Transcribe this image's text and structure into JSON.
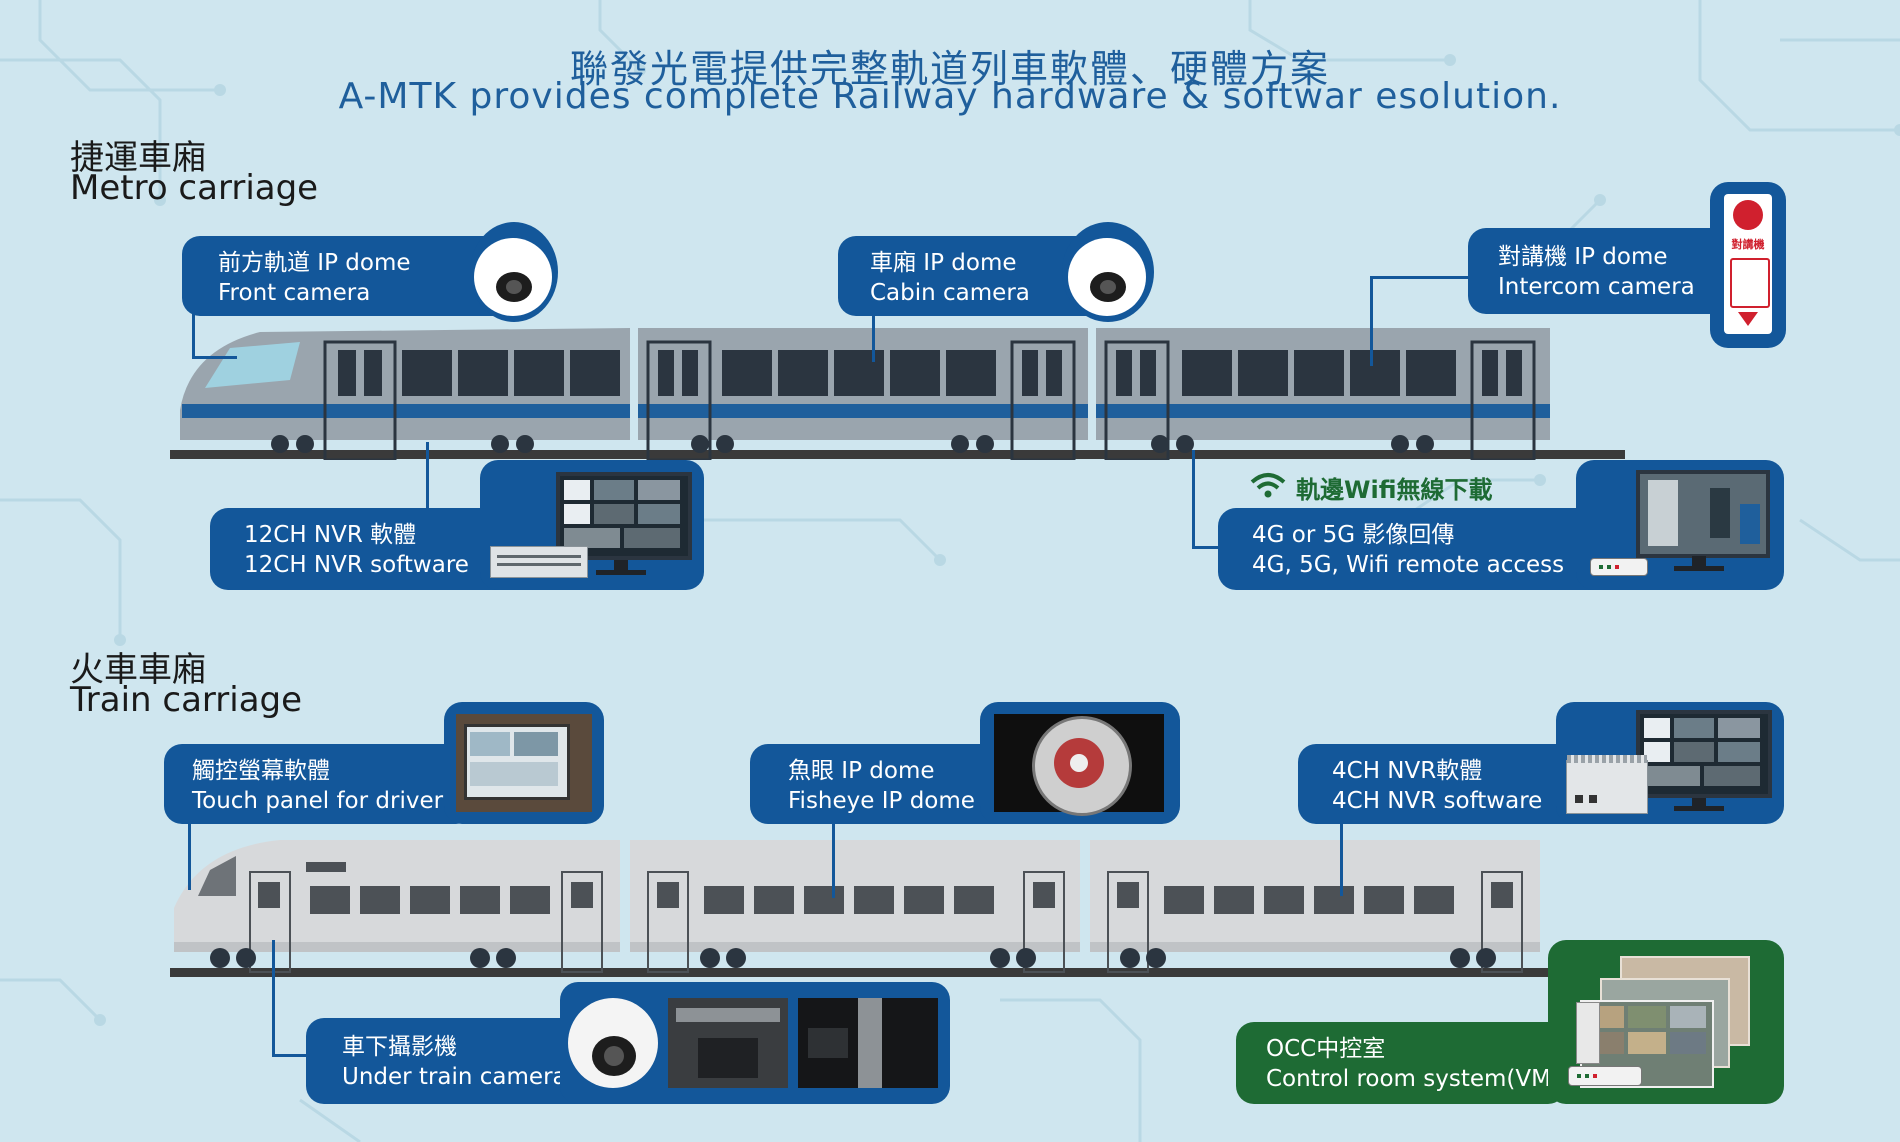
{
  "header": {
    "title_zh": "聯發光電提供完整軌道列車軟體、硬體方案",
    "title_en": "A-MTK provides complete Railway hardware & softwar esolution."
  },
  "metro": {
    "label_zh": "捷運車廂",
    "label_en": "Metro carriage",
    "front_camera": {
      "zh": "前方軌道 IP dome",
      "en": "Front camera"
    },
    "cabin_camera": {
      "zh": "車廂 IP dome",
      "en": "Cabin camera"
    },
    "intercom_camera": {
      "zh": "對講機 IP dome",
      "en": "Intercom camera"
    },
    "nvr": {
      "zh": "12CH NVR 軟體",
      "en": "12CH NVR software"
    },
    "wifi_label": "軌邊Wifi無線下載",
    "remote": {
      "zh": "4G or 5G 影像回傳",
      "en": "4G, 5G, Wifi  remote access"
    },
    "intercom_sign": "對講機"
  },
  "train": {
    "label_zh": "火車車廂",
    "label_en": "Train carriage",
    "touch_panel": {
      "zh": "觸控螢幕軟體",
      "en": "Touch panel for driver"
    },
    "fisheye": {
      "zh": "魚眼 IP dome",
      "en": "Fisheye IP dome"
    },
    "nvr": {
      "zh": "4CH NVR軟體",
      "en": "4CH NVR software"
    },
    "under_camera": {
      "zh": "車下攝影機",
      "en": "Under train camera"
    },
    "occ": {
      "zh": "OCC中控室",
      "en": "Control room system(VMS)"
    }
  },
  "colors": {
    "card_blue": "#13579a",
    "card_green": "#1e6b34",
    "background": "#cfe6ef",
    "metro_stripe": "#1f5f9c"
  },
  "icons": [
    "ip-dome-camera-icon",
    "wifi-icon",
    "monitor-icon",
    "nvr-box-icon",
    "router-icon",
    "intercom-sign-icon"
  ]
}
